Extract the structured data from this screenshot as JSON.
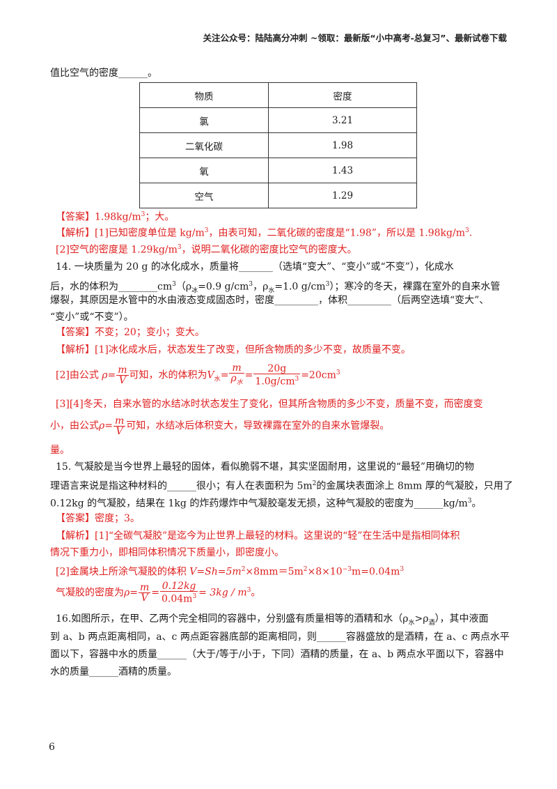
{
  "header": {
    "text": "关注公众号：陆陆高分冲刺  ~领取：最新版“小中高考-总复习”、最新试卷下载"
  },
  "q13_tail": {
    "text": "值比空气的密度______。"
  },
  "table": {
    "headers": [
      "物质",
      "密度"
    ],
    "rows": [
      [
        "氯",
        "3.21"
      ],
      [
        "二氧化碳",
        "1.98"
      ],
      [
        "氧",
        "1.43"
      ],
      [
        "空气",
        "1.29"
      ]
    ]
  },
  "q13_answer": {
    "tag": "【答案】",
    "body_pre": "1.98kg/m",
    "body_sup": "3",
    "body_post": "；大。"
  },
  "q13_analysis": {
    "tag": "【解析】",
    "l1_a": "[1]已知密度单位是 kg/m",
    "l1_sup1": "3",
    "l1_b": "，由表可知，二氧化碳的密度是“1.98”，所以是 1.98kg/m",
    "l1_sup2": "3",
    "l1_c": ".",
    "l2_a": "[2]空气的密度是 1.29kg/m",
    "l2_sup": "3",
    "l2_b": "，说明二氧化碳的密度比空气的密度大。"
  },
  "q14": {
    "l1": "14. 一块质量为 20 g 的冰化成水，质量将_______（选填“变大”、“变小”或“不变”），化成水",
    "l2_a": "后，水的体积为________cm",
    "l2_sup": "3",
    "l2_b": "（ρ",
    "l2_sub1": "冰",
    "l2_c": "=0.9 g/cm",
    "l2_sup2": "3",
    "l2_d": "，ρ",
    "l2_sub2": "水",
    "l2_e": "=1.0 g/cm",
    "l2_sup3": "3",
    "l2_f": "）；寒冷的冬天，裸露在室外的自来水管",
    "l3": "爆裂，其原因是水管中的水由液态变成固态时，密度_________，体积_________（后两空选填“变大”、",
    "l4": "“变小”或“不变”）。"
  },
  "q14_answer": {
    "tag": "【答案】",
    "body": "不变；20；变小；变大。"
  },
  "q14_analysis": {
    "tag": "【解析】",
    "l1": "[1]冰化成水后，状态发生了改变，但所含物质的多少不变，故质量不变。",
    "l2_a": "[2]由公式",
    "l2_rho": "ρ",
    "l2_eq": "=",
    "l2_m": "m",
    "l2_v": "V",
    "l2_b": "可知，水的体积为",
    "l2_V": "V",
    "l2_subV": "水",
    "l2_eq2": "=",
    "l2_rho2": "ρ",
    "l2_subR": "水",
    "l2_num": "20g",
    "l2_den": "1.0g/cm",
    "l2_densup": "3",
    "l2_res": "=20cm",
    "l2_ressup": "3",
    "l3": "[3][4]冬天，自来水管的水结冰时状态发生了变化，但其所含物质的多少不变，质量不变，而密度变",
    "l4_a": "小，由公式",
    "l4_b": "可知，水结冰后体积变大，导致裸露在室外的自来水管爆裂。"
  },
  "stray": {
    "text": "量。"
  },
  "q15": {
    "l1": "15. 气凝胶是当今世界上最轻的固体，看似脆弱不堪，其实坚固耐用，这里说的“最轻”用确切的物",
    "l2_a": "理语言来说是指这种材料的______很小；有人在表面积为 5m",
    "l2_sup": "2",
    "l2_b": "的金属块表面涂上 8mm 厚的气凝胶，只用了",
    "l3_a": "0.12kg 的气凝胶，结果在 1kg 的炸药爆炸中气凝胶毫发无损，这种气凝胶的密度为______kg/m",
    "l3_sup": "3",
    "l3_b": "。"
  },
  "q15_answer": {
    "tag": "【答案】",
    "body": "密度；3。"
  },
  "q15_analysis": {
    "tag": "【解析】",
    "l1": "[1]“全碳气凝胶”是迄今为止世界上最轻的材料。这里说的“轻”在生活中是指相同体积",
    "l2": "情况下重力小，即相同体积情况下质量小，即密度小。",
    "l3_a": "[2]金属块上所涂气凝胶的体积 ",
    "l3_b": "V=Sh=5m",
    "l3_sup1": "2",
    "l3_c": "×8mm＝5m",
    "l3_sup2": "2",
    "l3_d": "×8×10",
    "l3_sup3": "−3",
    "l3_e": "m=0.04m",
    "l3_sup4": "3",
    "l4_a": "气凝胶的密度为",
    "l4_num": "0.12kg",
    "l4_den": "0.04m",
    "l4_densup": "3",
    "l4_res": "= 3kg / m",
    "l4_ressup": "3",
    "l4_end": "。"
  },
  "q16": {
    "l1_a": "16.如图所示，在甲、乙两个完全相同的容器中，分别盛有质量相等的酒精和水（ρ",
    "l1_sub1": "水",
    "l1_b": ">ρ",
    "l1_sub2": "酒",
    "l1_c": "），其中液面",
    "l2": "到 a、b 两点距离相同，a、c 两点距容器底部的距离相同，则______容器盛放的是酒精，在 a、c 两点水平",
    "l3": "面以下，容器中水的质量______（大于/等于/小于，下同）酒精的质量，在 a、b 两点水平面以下，容器中",
    "l4": "水的质量______酒精的质量。"
  },
  "page_number": "6"
}
